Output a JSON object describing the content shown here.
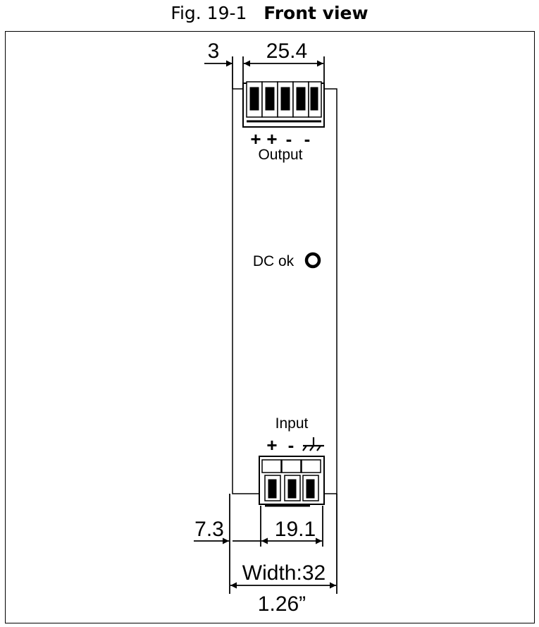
{
  "heading": {
    "figure_number": "Fig. 19-1",
    "title": "Front view"
  },
  "terminals": {
    "output": {
      "label": "Output",
      "polarity_marks": [
        "+",
        "+",
        "-",
        "-"
      ]
    },
    "input": {
      "label": "Input",
      "polarity_marks": [
        "+",
        "-"
      ],
      "ground_symbol": "earth-ground-icon"
    }
  },
  "indicator": {
    "label": "DC ok",
    "icon": "led-ring-icon"
  },
  "dimensions": {
    "output_offset": "3",
    "output_block_width": "25.4",
    "input_offset": "7.3",
    "input_block_width": "19.1",
    "total_width": "Width:32",
    "total_width_inches": "1.26”"
  }
}
